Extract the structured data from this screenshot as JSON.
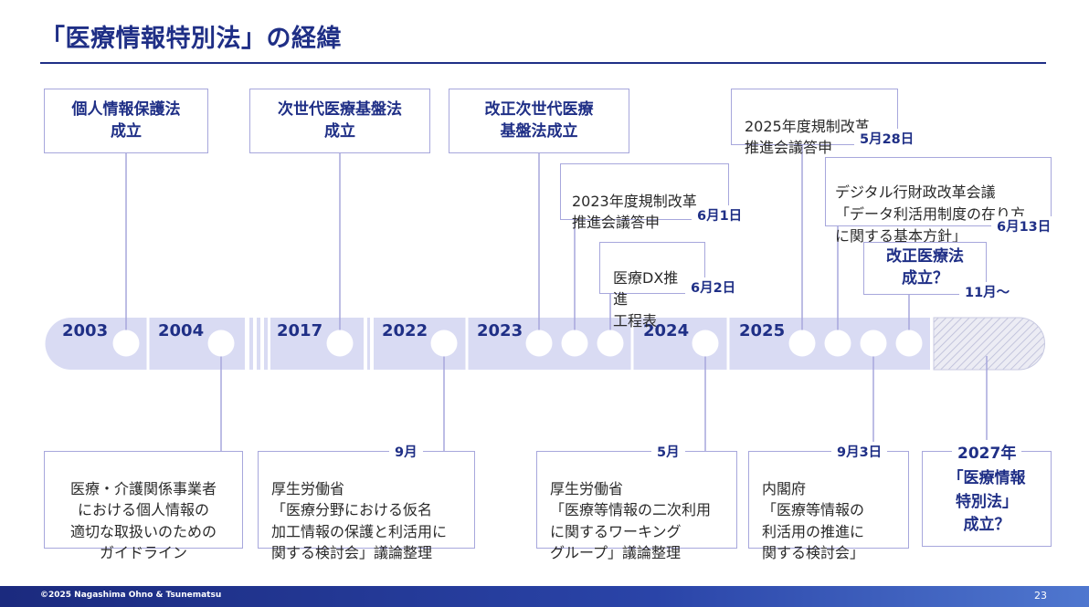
{
  "title": "「医療情報特別法」の経緯",
  "years": [
    "2003",
    "2004",
    "2017",
    "2022",
    "2023",
    "2024",
    "2025"
  ],
  "top_events": [
    {
      "text": "個人情報保護法\n成立"
    },
    {
      "text": "次世代医療基盤法\n成立"
    },
    {
      "text": "改正次世代医療\n基盤法成立"
    },
    {
      "text": "2023年度規制改革\n推進会議答申",
      "date": "6月1日"
    },
    {
      "text": "医療DX推進\n工程表",
      "date": "6月2日"
    },
    {
      "text": "2025年度規制改革\n推進会議答申",
      "date": "5月28日"
    },
    {
      "text": "デジタル行財政改革会議\n「データ利活用制度の在り方\nに関する基本方針」",
      "date": "6月13日"
    },
    {
      "text": "改正医療法\n成立？",
      "date": "11月～"
    }
  ],
  "bottom_events": [
    {
      "text": "医療・介護関係事業者\nにおける個人情報の\n適切な取扱いのための\nガイドライン"
    },
    {
      "text": "厚生労働省\n「医療分野における仮名\n加工情報の保護と利活用に\n関する検討会」議論整理",
      "date": "9月"
    },
    {
      "text": "厚生労働省\n「医療等情報の二次利用\nに関するワーキング\nグループ」議論整理",
      "date": "5月"
    },
    {
      "text": "内閣府\n「医療等情報の\n利活用の推進に\n関する検討会」",
      "date": "9月3日"
    },
    {
      "text": "「医療情報\n特別法」\n成立？",
      "date": "2027年"
    }
  ],
  "footer": {
    "copyright": "©2025 Nagashima Ohno & Tsunematsu",
    "page": "23"
  },
  "colors": {
    "navy": "#1f2f86",
    "box_border": "#a7a7dc",
    "band": "#d9dbf3",
    "node": "#ffffff",
    "future_hatch": "#b9bbd7"
  }
}
